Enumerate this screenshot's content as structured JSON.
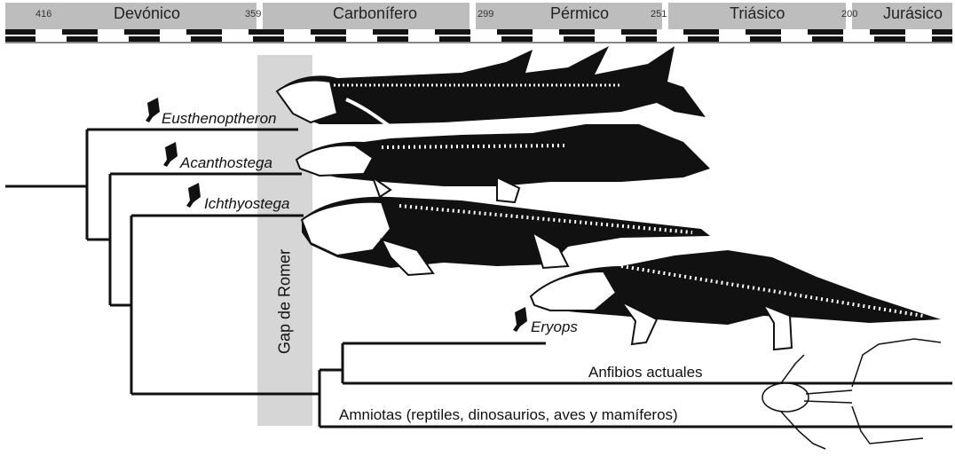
{
  "timescale": {
    "periods": [
      {
        "name": "Devónico",
        "age": "416"
      },
      {
        "name": "Carbonífero",
        "age": "359"
      },
      {
        "name": "Pérmico",
        "age": "299"
      },
      {
        "name": "Triásico",
        "age": "251"
      },
      {
        "name": "Jurásico",
        "age": "200"
      }
    ]
  },
  "gap": {
    "label": "Gap de Romer",
    "color": "#d6d6d6"
  },
  "taxa": {
    "eusthenopteron": "Eusthenoptheron",
    "acanthostega": "Acanthostega",
    "ichthyostega": "Ichthyostega",
    "eryops": "Eryops"
  },
  "groups": {
    "amphibians": "Anfibios actuales",
    "amniotes": "Amniotas (reptiles, dinosaurios, aves y mamíferos)"
  },
  "icons": [
    "fossil-pin-icon",
    "eusthenopteron-silhouette",
    "acanthostega-silhouette",
    "ichthyostega-silhouette",
    "eryops-silhouette",
    "frog-skeleton"
  ]
}
